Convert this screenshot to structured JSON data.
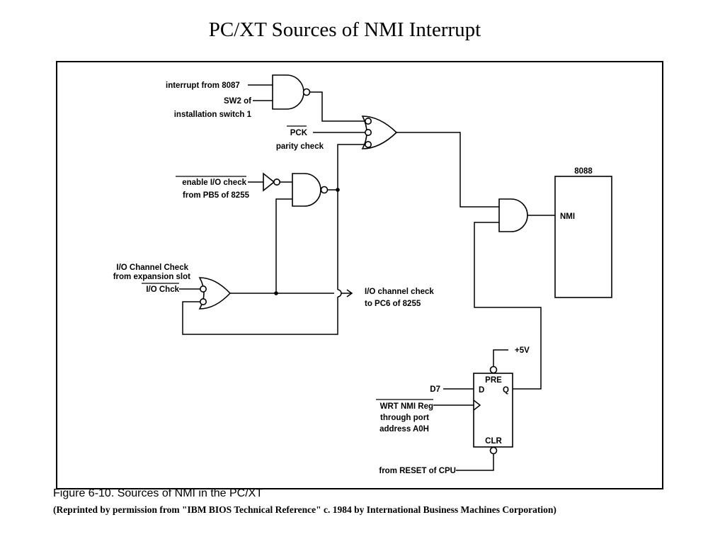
{
  "slide": {
    "title": "PC/XT Sources of NMI Interrupt"
  },
  "diagram": {
    "labels": {
      "interrupt_8087": "interrupt from 8087",
      "sw2_line1": "SW2 of",
      "sw2_line2": "installation switch 1",
      "pck": "PCK",
      "parity_check": "parity check",
      "enable_io_check": "enable I/O check",
      "from_pb5": "from PB5 of 8255",
      "io_channel_check": "I/O Channel Check",
      "from_expansion_slot": "from expansion slot",
      "io_chck": "I/O Chck",
      "io_channel_check_out": "I/O channel check",
      "to_pc6": "to PC6 of 8255",
      "cpu_name": "8088",
      "nmi_pin": "NMI",
      "plus_5v": "+5V",
      "d7": "D7",
      "wrt_nmi_line1": "WRT NMI Reg",
      "wrt_nmi_line2": "through port",
      "wrt_nmi_line3": "address A0H",
      "from_reset": "from RESET of CPU",
      "ff_d": "D",
      "ff_q": "Q",
      "ff_pre": "PRE",
      "ff_clr": "CLR"
    }
  },
  "figure": {
    "caption": "Figure 6-10. Sources of NMI in the PC/XT",
    "credit": "(Reprinted by permission from \"IBM BIOS Technical Reference\" c. 1984 by International Business Machines Corporation)"
  }
}
